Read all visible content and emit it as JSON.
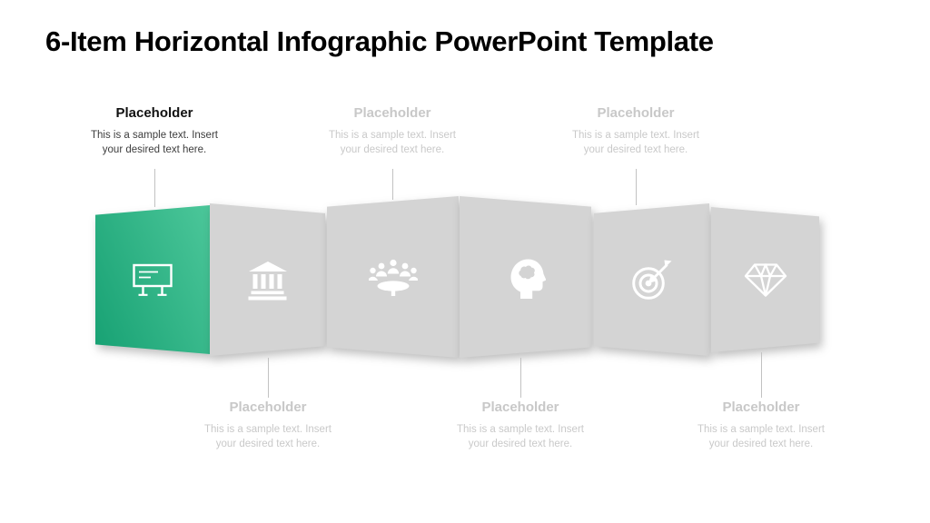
{
  "slide": {
    "title": "6-Item Horizontal Infographic PowerPoint Template"
  },
  "labels": {
    "top": [
      {
        "heading": "Placeholder",
        "body": "This is a sample text. Insert your desired text here.",
        "state": "active"
      },
      {
        "heading": "Placeholder",
        "body": "This is a sample text. Insert your desired text here.",
        "state": "inactive"
      },
      {
        "heading": "Placeholder",
        "body": "This is a sample text. Insert your desired text here.",
        "state": "inactive"
      }
    ],
    "bottom": [
      {
        "heading": "Placeholder",
        "body": "This is a sample text. Insert your desired text here.",
        "state": "inactive"
      },
      {
        "heading": "Placeholder",
        "body": "This is a sample text. Insert your desired text here.",
        "state": "inactive"
      },
      {
        "heading": "Placeholder",
        "body": "This is a sample text. Insert your desired text here.",
        "state": "inactive"
      }
    ]
  },
  "panels": [
    {
      "icon": "billboard-icon",
      "accent": true
    },
    {
      "icon": "bank-icon",
      "accent": false
    },
    {
      "icon": "meeting-icon",
      "accent": false
    },
    {
      "icon": "head-brain-icon",
      "accent": false
    },
    {
      "icon": "target-icon",
      "accent": false
    },
    {
      "icon": "diamond-icon",
      "accent": false
    }
  ],
  "colors": {
    "accent_light": "#4cc79a",
    "accent_dark": "#17a173",
    "panel_gray": "#d4d4d4",
    "icon_white": "#ffffff",
    "active_heading": "#111111",
    "active_body": "#3d3d3d",
    "inactive_heading": "#c8c8c8",
    "inactive_body": "#c9c9c9",
    "connector": "#c2c2c2",
    "title": "#000000"
  }
}
